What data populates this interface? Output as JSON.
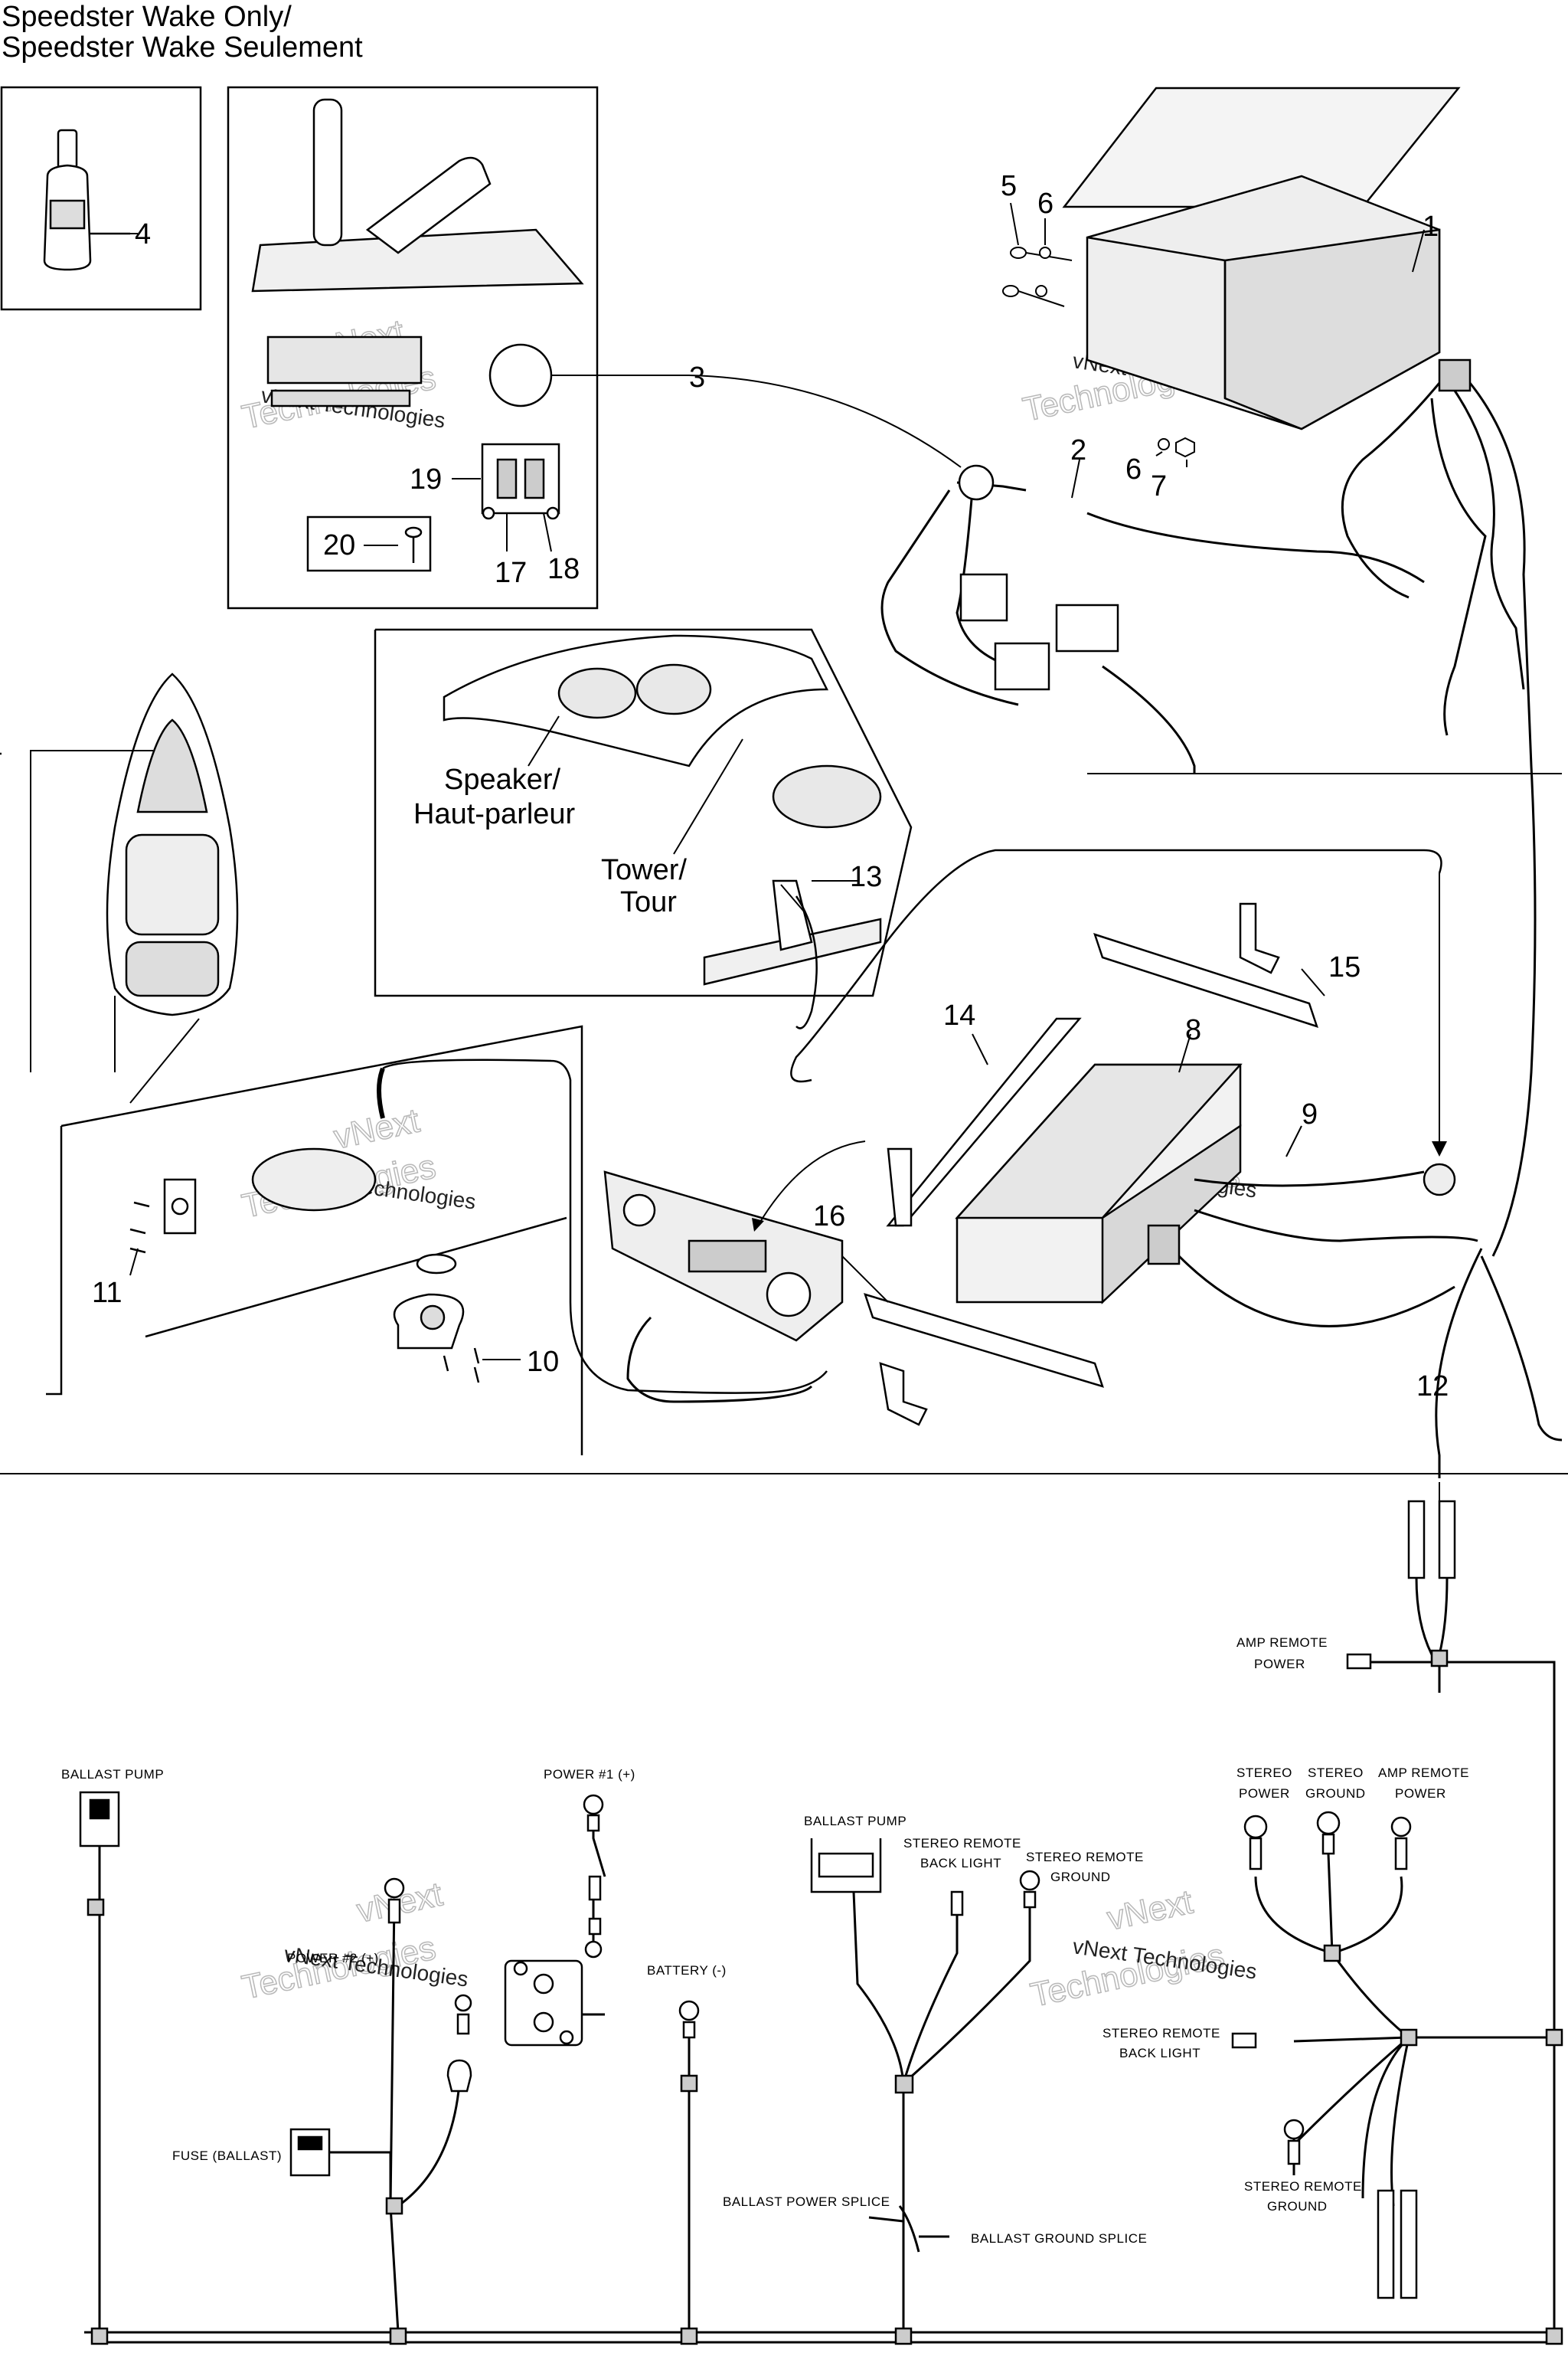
{
  "title": {
    "line1": "Speedster Wake Only/",
    "line2": "Speedster Wake Seulement"
  },
  "callouts": [
    "1",
    "2",
    "3",
    "4",
    "5",
    "6",
    "6",
    "7",
    "8",
    "9",
    "10",
    "11",
    "12",
    "13",
    "14",
    "15",
    "16",
    "17",
    "18",
    "19",
    "20"
  ],
  "labels": {
    "speaker_en": "Speaker/",
    "speaker_fr": "Haut-parleur",
    "tower_en": "Tower/",
    "tower_fr": "Tour"
  },
  "watermark": {
    "line1": "vNext",
    "line2": "Technologies",
    "inline": "vNext Technologies"
  },
  "wiring": {
    "ballast_pump_left": "BALLAST PUMP",
    "power_1": "POWER #1 (+)",
    "power_2": "POWER #2 (+)",
    "battery": "BATTERY (-)",
    "fuse": "FUSE (BALLAST)",
    "ballast_pump_mid": "BALLAST PUMP",
    "stereo_remote_back_light_top_1": "STEREO REMOTE",
    "stereo_remote_back_light_top_2": "BACK LIGHT",
    "stereo_remote_ground_top_1": "STEREO REMOTE",
    "stereo_remote_ground_top_2": "GROUND",
    "ballast_power_splice": "BALLAST POWER SPLICE",
    "ballast_ground_splice": "BALLAST GROUND SPLICE",
    "amp_remote_power_top_1": "AMP REMOTE",
    "amp_remote_power_top_2": "POWER",
    "stereo_power_1": "STEREO",
    "stereo_power_2": "POWER",
    "stereo_ground_1": "STEREO",
    "stereo_ground_2": "GROUND",
    "amp_remote_power_1": "AMP REMOTE",
    "amp_remote_power_2": "POWER",
    "stereo_remote_back_light_1": "STEREO REMOTE",
    "stereo_remote_back_light_2": "BACK LIGHT",
    "stereo_remote_ground_1": "STEREO REMOTE",
    "stereo_remote_ground_2": "GROUND"
  }
}
